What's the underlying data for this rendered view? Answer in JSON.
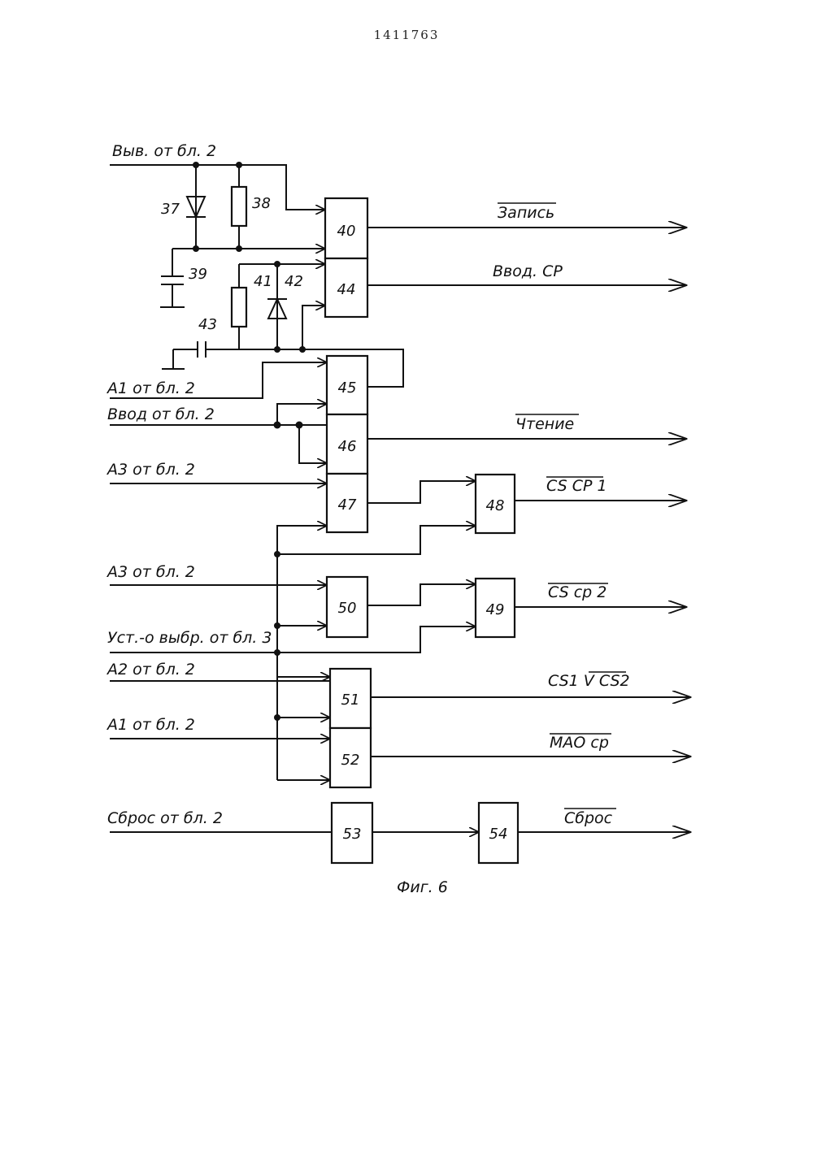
{
  "page_number": "1411763",
  "inputs": {
    "vyv": "Выв. от бл. 2",
    "a1_top": "A1 от бл. 2",
    "vvod": "Ввод от бл. 2",
    "a3_top": "A3 от бл. 2",
    "a3_bottom": "A3 от бл. 2",
    "ust": "Уст.-о выбр. от бл. 3",
    "a2": "A2 от бл. 2",
    "a1_bottom": "A1 от бл. 2",
    "sbros": "Сброс от бл. 2"
  },
  "outputs": {
    "zapis": "Запись",
    "vvod_cp": "Ввод. СР",
    "chtenie": "Чтение",
    "cs_cp1": "CS CP 1",
    "cs_cp2": "CS cp 2",
    "cs1_cs2": "CS1 V CS2",
    "mao_cp": "MAO cp",
    "sbros_out": "Сброс"
  },
  "components": {
    "c37": "37",
    "c38": "38",
    "c39": "39",
    "c41": "41",
    "c42": "42",
    "c43": "43"
  },
  "blocks": {
    "b40": "40",
    "b44": "44",
    "b45": "45",
    "b46": "46",
    "b47": "47",
    "b48": "48",
    "b49": "49",
    "b50": "50",
    "b51": "51",
    "b52": "52",
    "b53": "53",
    "b54": "54"
  },
  "caption": "Фиг. 6"
}
